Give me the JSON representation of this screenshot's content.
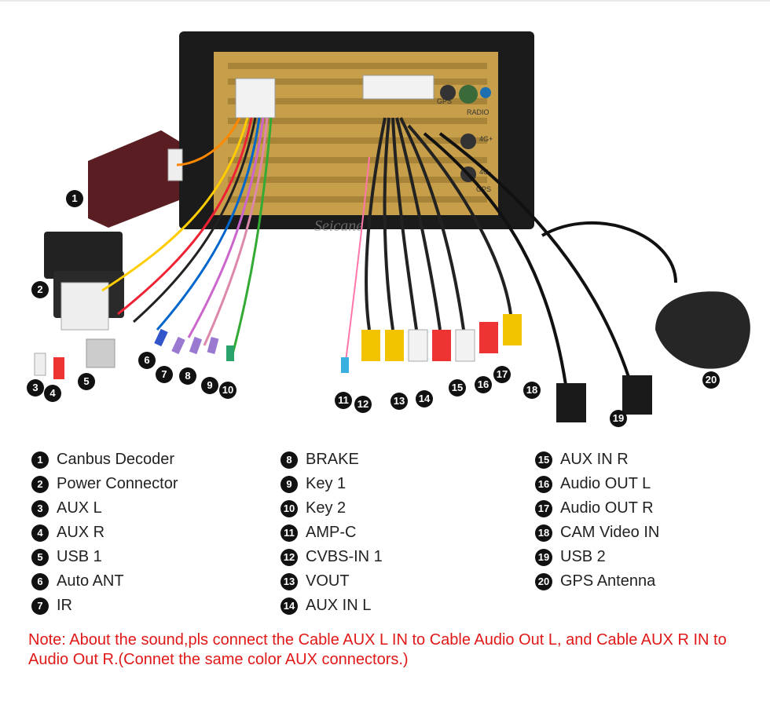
{
  "watermark": "Seicane",
  "radio_labels": {
    "gps": "GPS",
    "radio": "RADIO",
    "g4a": "4G+",
    "g4b": "4G-",
    "gps2": "GPS"
  },
  "callouts": [
    "1",
    "2",
    "3",
    "4",
    "5",
    "6",
    "7",
    "8",
    "9",
    "10",
    "11",
    "12",
    "13",
    "14",
    "15",
    "16",
    "17",
    "18",
    "19",
    "20"
  ],
  "legend": {
    "col1": [
      {
        "num": "1",
        "label": "Canbus Decoder"
      },
      {
        "num": "2",
        "label": "Power Connector"
      },
      {
        "num": "3",
        "label": "AUX L"
      },
      {
        "num": "4",
        "label": "AUX R"
      },
      {
        "num": "5",
        "label": "USB 1"
      },
      {
        "num": "6",
        "label": "Auto ANT"
      },
      {
        "num": "7",
        "label": "IR"
      }
    ],
    "col2": [
      {
        "num": "8",
        "label": "BRAKE"
      },
      {
        "num": "9",
        "label": "Key 1"
      },
      {
        "num": "10",
        "label": "Key 2"
      },
      {
        "num": "11",
        "label": "AMP-C"
      },
      {
        "num": "12",
        "label": "CVBS-IN 1"
      },
      {
        "num": "13",
        "label": "VOUT"
      },
      {
        "num": "14",
        "label": "AUX IN L"
      }
    ],
    "col3": [
      {
        "num": "15",
        "label": "AUX IN R"
      },
      {
        "num": "16",
        "label": "Audio OUT L"
      },
      {
        "num": "17",
        "label": "Audio OUT R"
      },
      {
        "num": "18",
        "label": "CAM Video IN"
      },
      {
        "num": "19",
        "label": "USB 2"
      },
      {
        "num": "20",
        "label": "GPS Antenna"
      }
    ]
  },
  "note": "Note: About the sound,pls connect the Cable AUX L IN to Cable Audio Out L, and Cable AUX R IN to  Audio Out R.(Connet the same color AUX connectors.)",
  "colors": {
    "accent": "#e01818",
    "panel": "#c9a24a",
    "frame": "#1a1a1a"
  }
}
